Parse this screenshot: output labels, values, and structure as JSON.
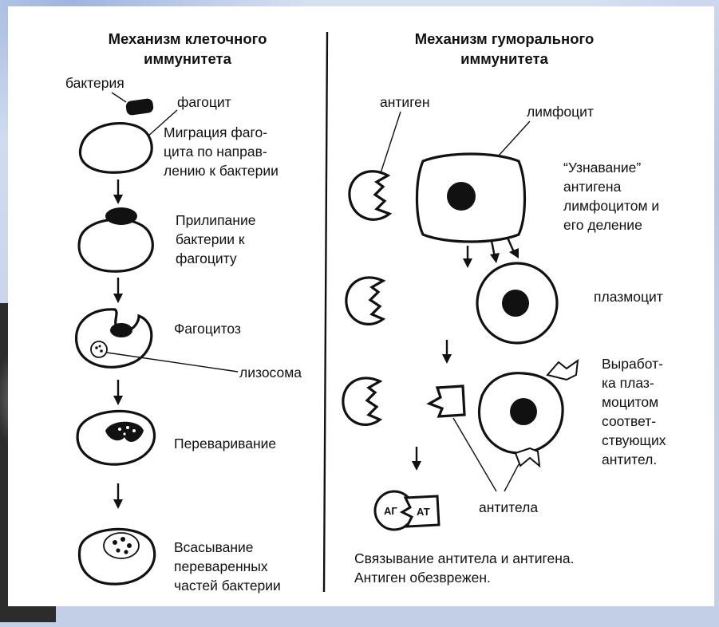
{
  "cellular": {
    "title": [
      "Механизм клеточного",
      "иммунитета"
    ],
    "label_bacteria": "бактерия",
    "label_phagocyte": "фагоцит",
    "step1": [
      "Миграция фаго-",
      "цита по направ-",
      "лению к бактерии"
    ],
    "step2": [
      "Прилипание",
      "бактерии к",
      "фагоциту"
    ],
    "step3": "Фагоцитоз",
    "label_lysosome": "лизосома",
    "step4": "Переваривание",
    "step5": [
      "Всасывание",
      "переваренных",
      "частей бактерии"
    ]
  },
  "humoral": {
    "title": [
      "Механизм гуморального",
      "иммунитета"
    ],
    "label_antigen": "антиген",
    "label_lymphocyte": "лимфоцит",
    "step1": [
      "“Узнавание”",
      "антигена",
      "лимфоцитом и",
      "его деление"
    ],
    "label_plasmocyte": "плазмоцит",
    "step2": [
      "Выработ-",
      "ка плаз-",
      "моцитом",
      "соответ-",
      "ствующих",
      "антител."
    ],
    "label_antibodies": "антитела",
    "complex_ag": "АГ",
    "complex_at": "АТ",
    "conclusion": [
      "Связывание антитела и антигена.",
      "Антиген обезврежен."
    ]
  }
}
